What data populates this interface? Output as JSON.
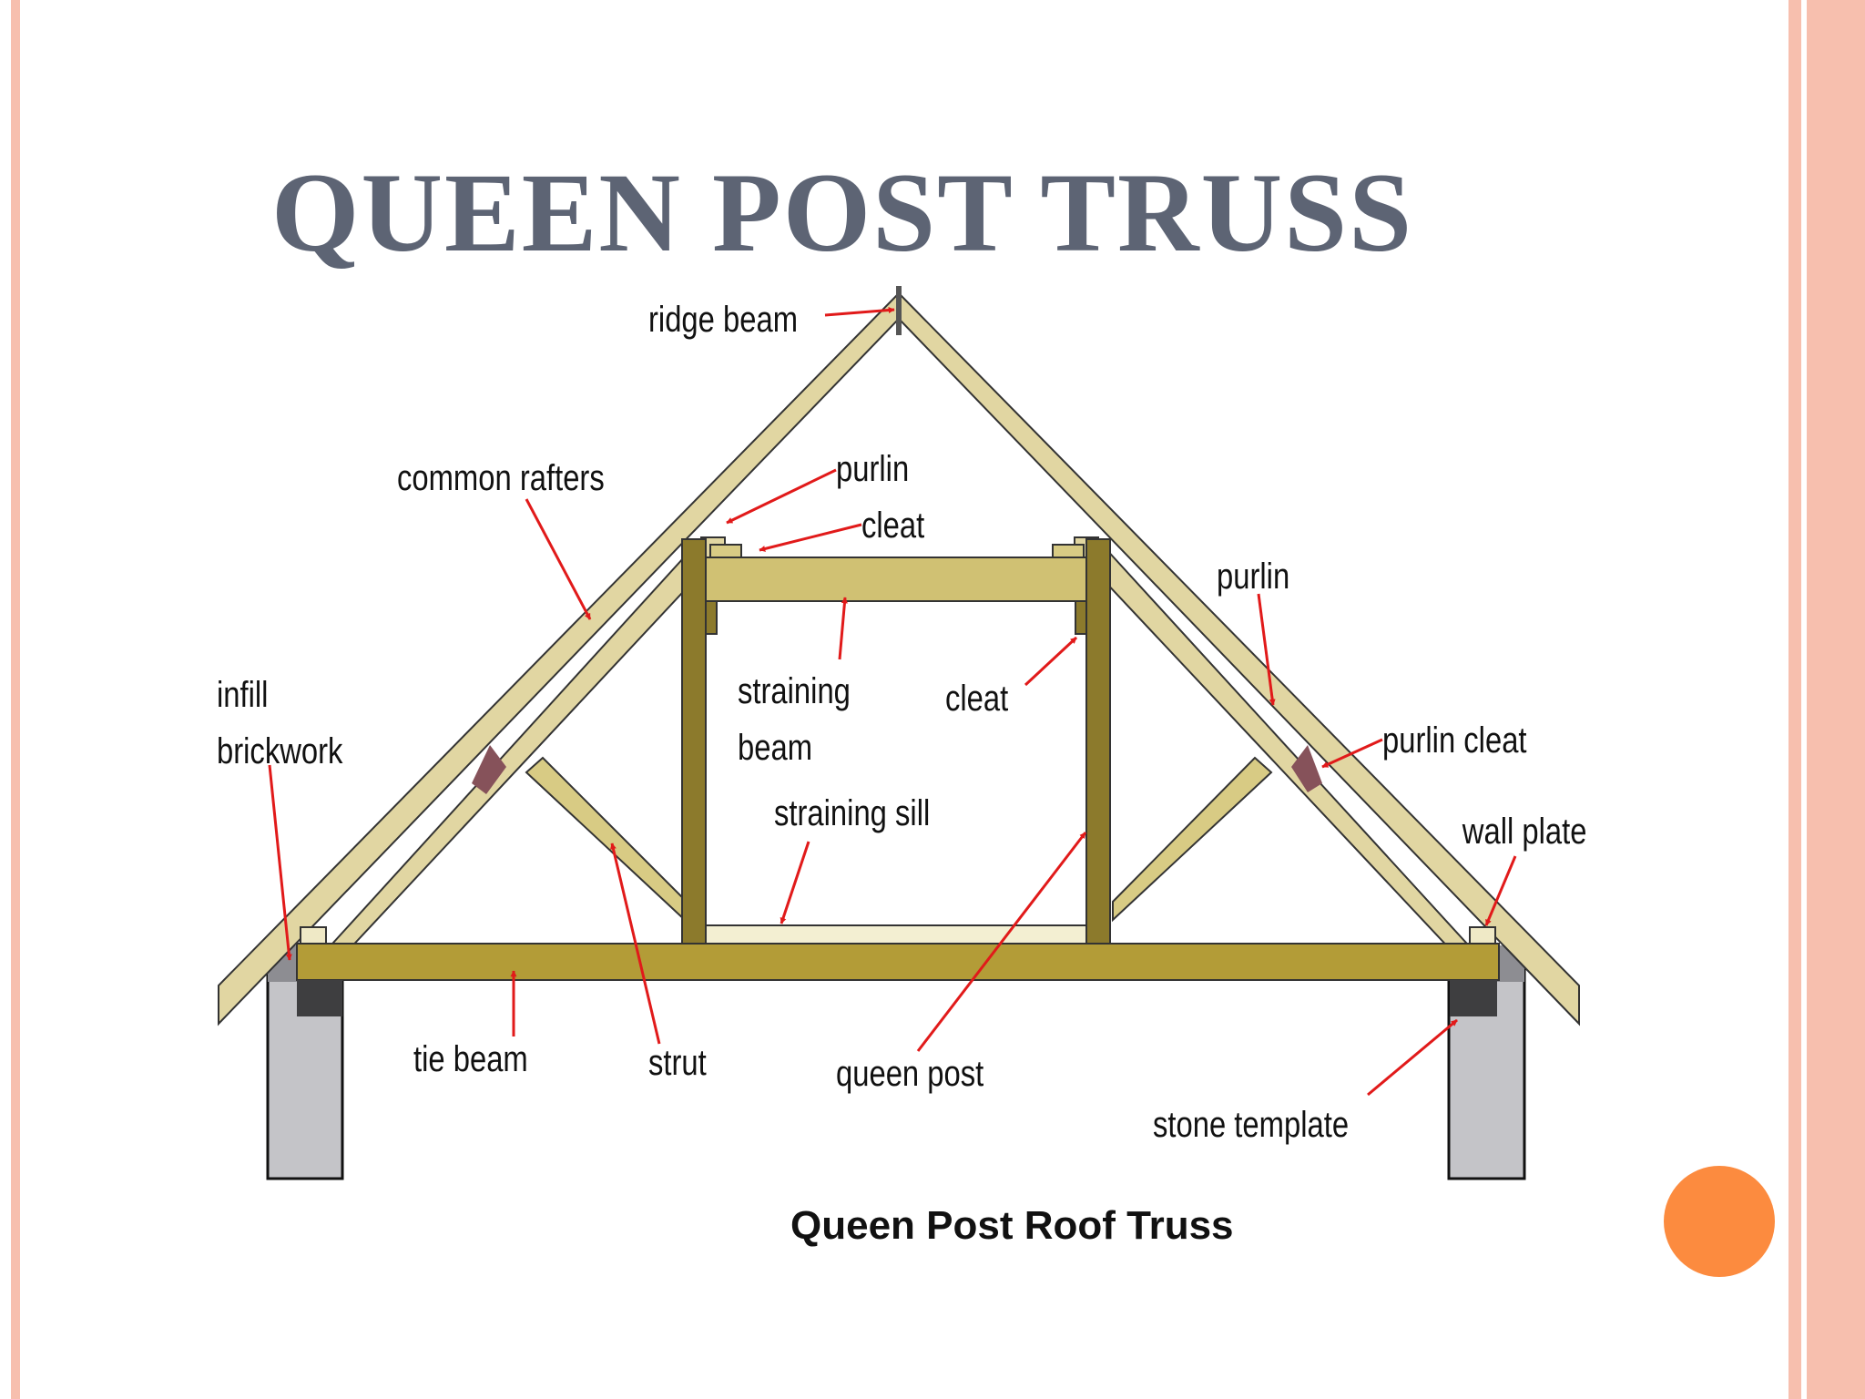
{
  "slide": {
    "title": "QUEEN POST TRUSS",
    "accent_color": "#fc8b3f",
    "border_color": "#f7bfae",
    "title_color": "#5d6474"
  },
  "diagram": {
    "caption": "Queen Post Roof Truss",
    "colors": {
      "rafter": "#e1d6a2",
      "beam": "#b39c37",
      "post": "#8c7a2c",
      "straining_beam": "#d0c173",
      "wall": "#c4c4c8",
      "template": "#3e3e40",
      "cleat": "#86525a",
      "arrow": "#e11a1a"
    },
    "labels": {
      "ridge_beam": "ridge beam",
      "common_rafters": "common rafters",
      "purlin_top": "purlin",
      "cleat_top": "cleat",
      "purlin_right": "purlin",
      "infill_line1": "infill",
      "infill_line2": "brickwork",
      "straining_beam_line1": "straining",
      "straining_beam_line2": "beam",
      "cleat_mid": "cleat",
      "purlin_cleat": "purlin cleat",
      "wall_plate": "wall plate",
      "straining_sill": "straining sill",
      "tie_beam": "tie beam",
      "strut": "strut",
      "queen_post": "queen post",
      "stone_template": "stone template"
    }
  }
}
